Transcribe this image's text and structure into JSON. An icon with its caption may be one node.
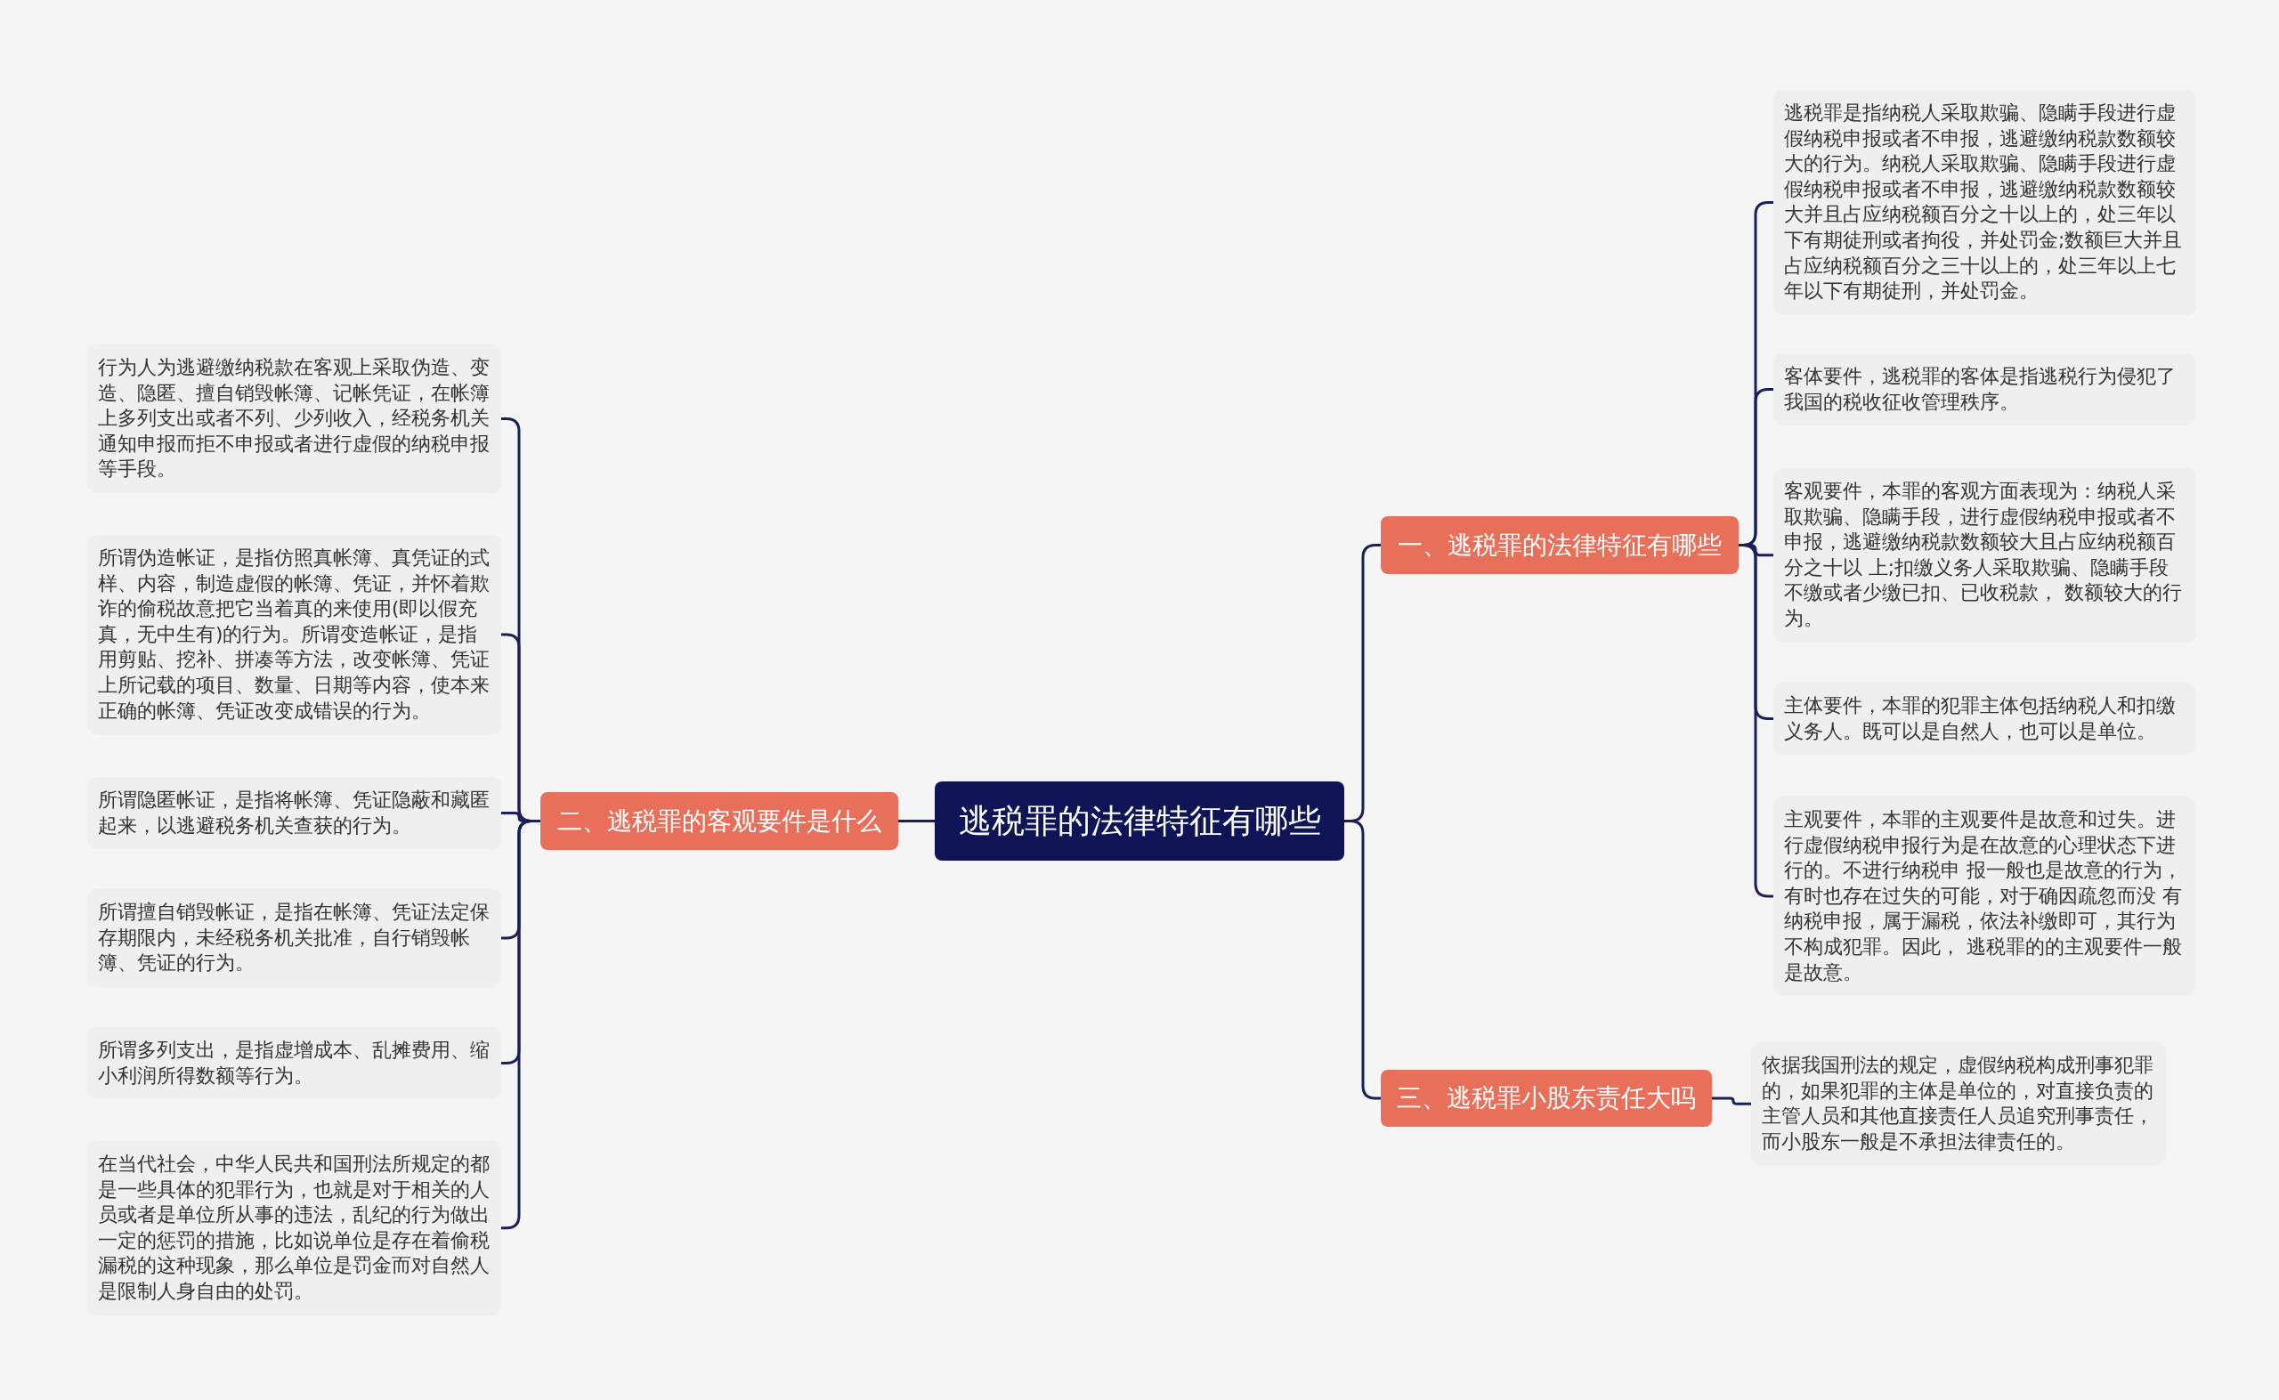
{
  "diagram": {
    "nodes": [
      {
        "text": [
          "逃税罪的法律特征有哪些"
        ]
      },
      {
        "text": [
          "一、逃税罪的法律特征有哪些"
        ]
      },
      {
        "text": [
          "逃税罪是指纳税人采取欺骗、隐瞒手段进行虚假纳税申报或者不申报，逃避缴纳税款数额较大的行为。纳税人采取欺骗、隐瞒手段进行虚假纳税申报或者不申报，逃避缴纳税款数额较大并且占应纳税额百分之十以上的，处三年以下有期徒刑或者拘役，并处罚金;数额巨大并且占应纳税额百分之三十以上的，处三年以上七年以下有期徒刑，并处罚金。"
        ]
      },
      {
        "text": [
          "客体要件，逃税罪的客体是指逃税行为侵犯了我国的税收征收管理秩序。"
        ]
      },
      {
        "text": [
          "客观要件，本罪的客观方面表现为：纳税人采取欺骗、隐瞒手段，进行虚假纳税申报或者不申报，逃避缴纳税款数额较大且占应纳税额百分之十以 上;扣缴义务人采取欺骗、隐瞒手段不缴或者少缴已扣、已收税款， 数额较大的行为。"
        ]
      },
      {
        "text": [
          "主体要件，本罪的犯罪主体包括纳税人和扣缴义务人。既可以是自然人，也可以是单位。"
        ]
      },
      {
        "text": [
          "主观要件，本罪的主观要件是故意和过失。进行虚假纳税申报行为是在故意的心理状态下进行的。不进行纳税申 报一般也是故意的行为，有时也存在过失的可能，对于确因疏忽而没 有纳税申报，属于漏税，依法补缴即可，其行为不构成犯罪。因此， 逃税罪的的主观要件一般是故意。"
        ]
      },
      {
        "text": [
          "三、逃税罪小股东责任大吗"
        ]
      },
      {
        "text": [
          "依据我国刑法的规定，虚假纳税构成刑事犯罪的，如果犯罪的主体是单位的，对直接负责的主管人员和其他直接责任人员追究刑事责任，而小股东一般是不承担法律责任的。"
        ]
      },
      {
        "text": [
          "二、逃税罪的客观要件是什么"
        ]
      },
      {
        "text": [
          "行为人为逃避缴纳税款在客观上采取伪造、变造、隐匿、擅自销毁帐簿、记帐凭证，在帐簿上多列支出或者不列、少列收入，经税务机关通知申报而拒不申报或者进行虚假的纳税申报等手段。"
        ]
      },
      {
        "text": [
          "所谓伪造帐证，是指仿照真帐簿、真凭证的式样、内容，制造虚假的帐簿、凭证，并怀着欺诈的偷税故意把它当着真的来使用(即以假充真，无中生有)的行为。所谓变造帐证，是指用剪贴、挖补、拼凑等方法，改变帐簿、凭证上所记载的项目、数量、日期等内容，使本来正确的帐簿、凭证改变成错误的行为。"
        ]
      },
      {
        "text": [
          "所谓隐匿帐证，是指将帐簿、凭证隐蔽和藏匿起来，以逃避税务机关查获的行为。"
        ]
      },
      {
        "text": [
          "所谓擅自销毁帐证，是指在帐簿、凭证法定保存期限内，未经税务机关批准，自行销毁帐簿、凭证的行为。"
        ]
      },
      {
        "text": [
          "所谓多列支出，是指虚增成本、乱摊费用、缩小利润所得数额等行为。"
        ]
      },
      {
        "text": [
          "在当代社会，中华人民共和国刑法所规定的都是一些具体的犯罪行为，也就是对于相关的人员或者是单位所从事的违法，乱纪的行为做出一定的惩罚的措施，比如说单位是存在着偷税漏税的这种现象，那么单位是罚金而对自然人是限制人身自由的处罚。"
        ]
      }
    ],
    "edges": [
      {
        "from": 0,
        "to": 1,
        "arrow": "none"
      },
      {
        "from": 1,
        "to": 2,
        "arrow": "none"
      },
      {
        "from": 1,
        "to": 3,
        "arrow": "none"
      },
      {
        "from": 1,
        "to": 4,
        "arrow": "none"
      },
      {
        "from": 1,
        "to": 5,
        "arrow": "none"
      },
      {
        "from": 1,
        "to": 6,
        "arrow": "none"
      },
      {
        "from": 0,
        "to": 7,
        "arrow": "none"
      },
      {
        "from": 7,
        "to": 8,
        "arrow": "none"
      },
      {
        "from": 0,
        "to": 9,
        "arrow": "none"
      },
      {
        "from": 9,
        "to": 10,
        "arrow": "none"
      },
      {
        "from": 9,
        "to": 11,
        "arrow": "none"
      },
      {
        "from": 9,
        "to": 12,
        "arrow": "none"
      },
      {
        "from": 9,
        "to": 13,
        "arrow": "none"
      },
      {
        "from": 9,
        "to": 14,
        "arrow": "none"
      },
      {
        "from": 9,
        "to": 15,
        "arrow": "none"
      }
    ]
  }
}
